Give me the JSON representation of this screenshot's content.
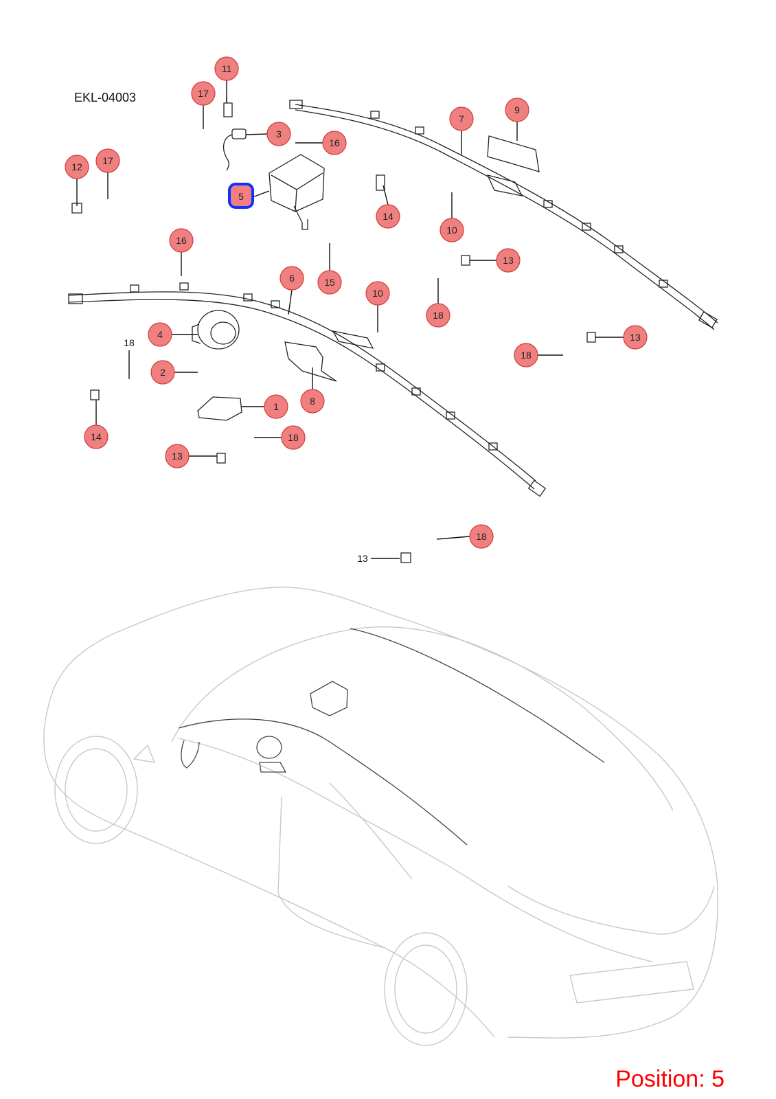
{
  "drawing_code": "EKL-04003",
  "position_label": "Position: 5",
  "colors": {
    "callout_fill": "#f08080",
    "callout_stroke": "#d23a3a",
    "selected_outline": "#1030ff",
    "position_text": "#ff0000",
    "car_outline": "#c8c8c8"
  },
  "callouts": [
    {
      "id": "c11",
      "label": "11"
    },
    {
      "id": "c17a",
      "label": "17"
    },
    {
      "id": "c3",
      "label": "3"
    },
    {
      "id": "c16a",
      "label": "16"
    },
    {
      "id": "c7",
      "label": "7"
    },
    {
      "id": "c9",
      "label": "9"
    },
    {
      "id": "c12",
      "label": "12"
    },
    {
      "id": "c17b",
      "label": "17"
    },
    {
      "id": "c5",
      "label": "5"
    },
    {
      "id": "c14a",
      "label": "14"
    },
    {
      "id": "c10a",
      "label": "10"
    },
    {
      "id": "c16b",
      "label": "16"
    },
    {
      "id": "c15",
      "label": "15"
    },
    {
      "id": "c6",
      "label": "6"
    },
    {
      "id": "c13a",
      "label": "13"
    },
    {
      "id": "c10b",
      "label": "10"
    },
    {
      "id": "c18a",
      "label": "18"
    },
    {
      "id": "c4",
      "label": "4"
    },
    {
      "id": "c13b",
      "label": "13"
    },
    {
      "id": "c18b",
      "label": "18"
    },
    {
      "id": "c2",
      "label": "2"
    },
    {
      "id": "c1",
      "label": "1"
    },
    {
      "id": "c8",
      "label": "8"
    },
    {
      "id": "c14b",
      "label": "14"
    },
    {
      "id": "c18c",
      "label": "18"
    },
    {
      "id": "c13c",
      "label": "13"
    },
    {
      "id": "c18d",
      "label": "18"
    }
  ],
  "plain_labels": [
    {
      "id": "p18",
      "label": "18"
    },
    {
      "id": "p13",
      "label": "13"
    }
  ]
}
